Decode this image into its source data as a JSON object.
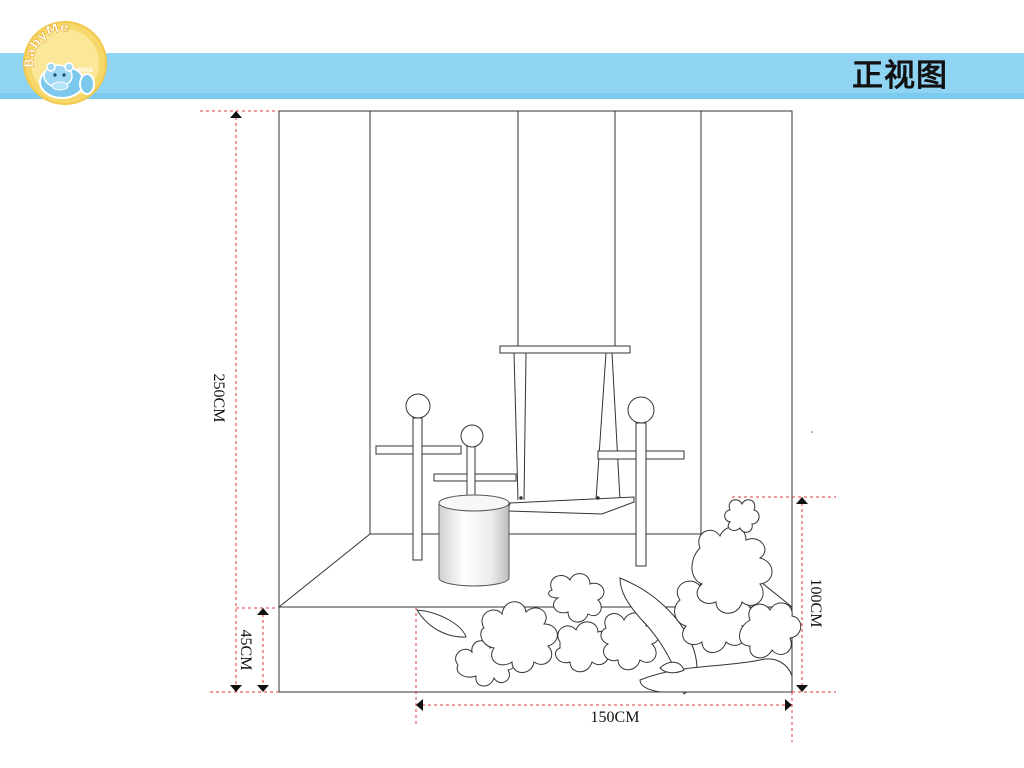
{
  "header": {
    "title": "正视图",
    "logo_text": "BabyMe",
    "logo_subtext": "HOG"
  },
  "dimensions": {
    "total_height": "250CM",
    "base_height": "45CM",
    "plants_height": "100CM",
    "width": "150CM"
  },
  "colors": {
    "header_band": "#8fd4f2",
    "dimension_line": "#e03a3a",
    "logo_fill": "#f6d86a",
    "logo_ring": "#f2c94c",
    "mascot": "#7cc7ec"
  }
}
